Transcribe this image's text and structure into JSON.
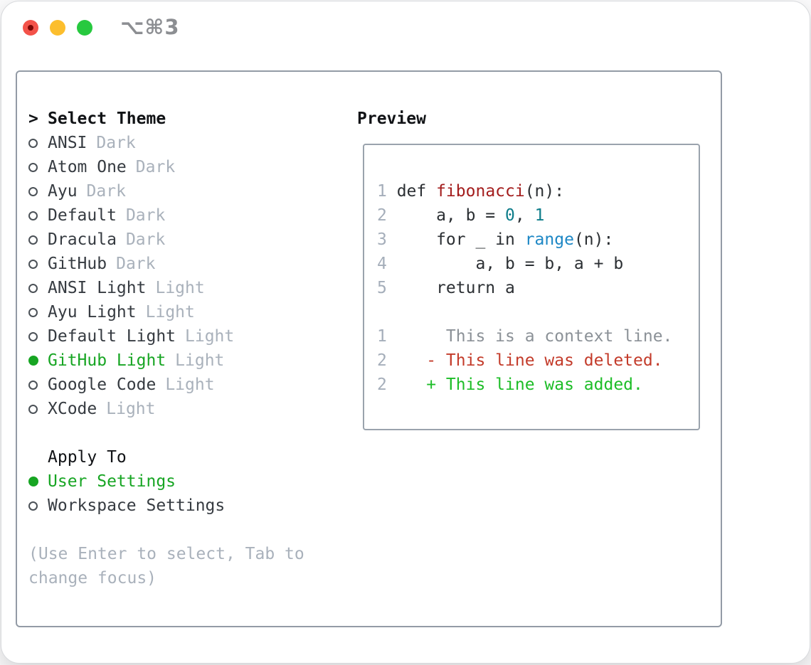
{
  "titlebar": {
    "shortcut": "⌥⌘3"
  },
  "theme_picker": {
    "title_marker": ">",
    "title": "Select Theme",
    "themes": [
      {
        "name": "ANSI",
        "variant": "Dark",
        "selected": false
      },
      {
        "name": "Atom One",
        "variant": "Dark",
        "selected": false
      },
      {
        "name": "Ayu",
        "variant": "Dark",
        "selected": false
      },
      {
        "name": "Default",
        "variant": "Dark",
        "selected": false
      },
      {
        "name": "Dracula",
        "variant": "Dark",
        "selected": false
      },
      {
        "name": "GitHub",
        "variant": "Dark",
        "selected": false
      },
      {
        "name": "ANSI Light",
        "variant": "Light",
        "selected": false
      },
      {
        "name": "Ayu Light",
        "variant": "Light",
        "selected": false
      },
      {
        "name": "Default Light",
        "variant": "Light",
        "selected": false
      },
      {
        "name": "GitHub Light",
        "variant": "Light",
        "selected": true
      },
      {
        "name": "Google Code",
        "variant": "Light",
        "selected": false
      },
      {
        "name": "XCode",
        "variant": "Light",
        "selected": false
      }
    ],
    "apply_to": {
      "title": "Apply To",
      "options": [
        {
          "label": "User Settings",
          "selected": true
        },
        {
          "label": "Workspace Settings",
          "selected": false
        }
      ]
    },
    "hint_lines": [
      "(Use Enter to select, Tab to",
      "change focus)"
    ]
  },
  "preview": {
    "title": "Preview",
    "code_lines": [
      {
        "num": "1",
        "tokens": [
          {
            "text": "def "
          },
          {
            "text": "fibonacci"
          },
          {
            "text": "(n):"
          }
        ]
      },
      {
        "num": "2",
        "tokens": [
          {
            "text": "    a, b = "
          },
          {
            "text": "0"
          },
          {
            "text": ", "
          },
          {
            "text": "1"
          }
        ]
      },
      {
        "num": "3",
        "tokens": [
          {
            "text": "    for _ in "
          },
          {
            "text": "range"
          },
          {
            "text": "(n):"
          }
        ]
      },
      {
        "num": "4",
        "tokens": [
          {
            "text": "        a, b = b, a + b"
          }
        ]
      },
      {
        "num": "5",
        "tokens": [
          {
            "text": "    return a"
          }
        ]
      }
    ],
    "diff_lines": [
      {
        "num": "1",
        "text": "     This is a context line."
      },
      {
        "num": "2",
        "text": "   - This line was deleted."
      },
      {
        "num": "2",
        "text": "   + This line was added."
      }
    ]
  },
  "colors": {
    "panelBorder": "#939ba6",
    "previewBorder": "#9aa3ad",
    "titleText": "#111316",
    "textDark": "#363b41",
    "textMuted": "#a9b1bb",
    "selectedGreen": "#17a523",
    "codeFg": "#2b2f33",
    "codeFunction": "#a31d1d",
    "codeNumber": "#0e7d8a",
    "codeBuiltin": "#1d87c5",
    "lineNumber": "#a5aeba",
    "diffContext": "#8b9197",
    "diffDeleted": "#c33b2a",
    "diffAdded": "#1dbd27",
    "trafficRed": "#f35249",
    "trafficRedDot": "#7c0604",
    "trafficYellow": "#fcbe2d",
    "trafficGreen": "#27c93f",
    "titlebarText": "#8c8e92"
  }
}
